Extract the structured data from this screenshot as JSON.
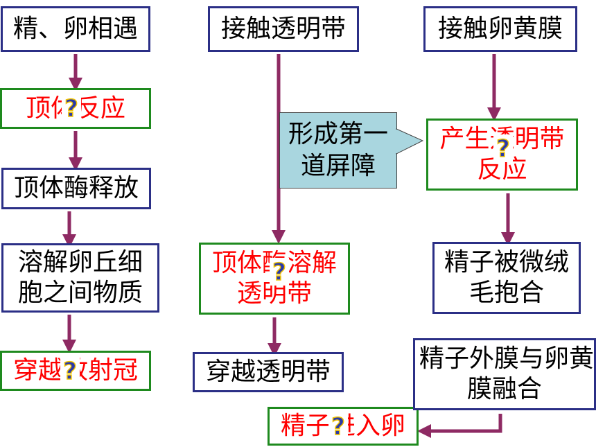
{
  "left_column": {
    "box1": "精、卵相遇",
    "box2": "顶体反应",
    "box3": "顶体酶释放",
    "box4_line1": "溶解卵丘细",
    "box4_line2": "胞之间物质",
    "box5": "穿越放射冠"
  },
  "middle_column": {
    "box1": "接触透明带",
    "callout_line1": "形成第一",
    "callout_line2": "道屏障",
    "box2_line1": "顶体酶溶解",
    "box2_line2": "透明带",
    "box3": "穿越透明带",
    "box4": "精子进入卵"
  },
  "right_column": {
    "box1": "接触卵黄膜",
    "box2_line1": "产生透明带",
    "box2_line2": "反应",
    "box3_line1": "精子被微绒",
    "box3_line2": "毛抱合",
    "box4_line1": "精子外膜与卵黄",
    "box4_line2": "膜融合"
  },
  "colors": {
    "arrow": "#8e2a63",
    "navy_border": "#2b2f86",
    "green_border": "#1e8a1e",
    "highlight_text": "#ff0000",
    "callout_fill": "#a9d6df"
  },
  "icons": [
    "question-mark-icon"
  ]
}
